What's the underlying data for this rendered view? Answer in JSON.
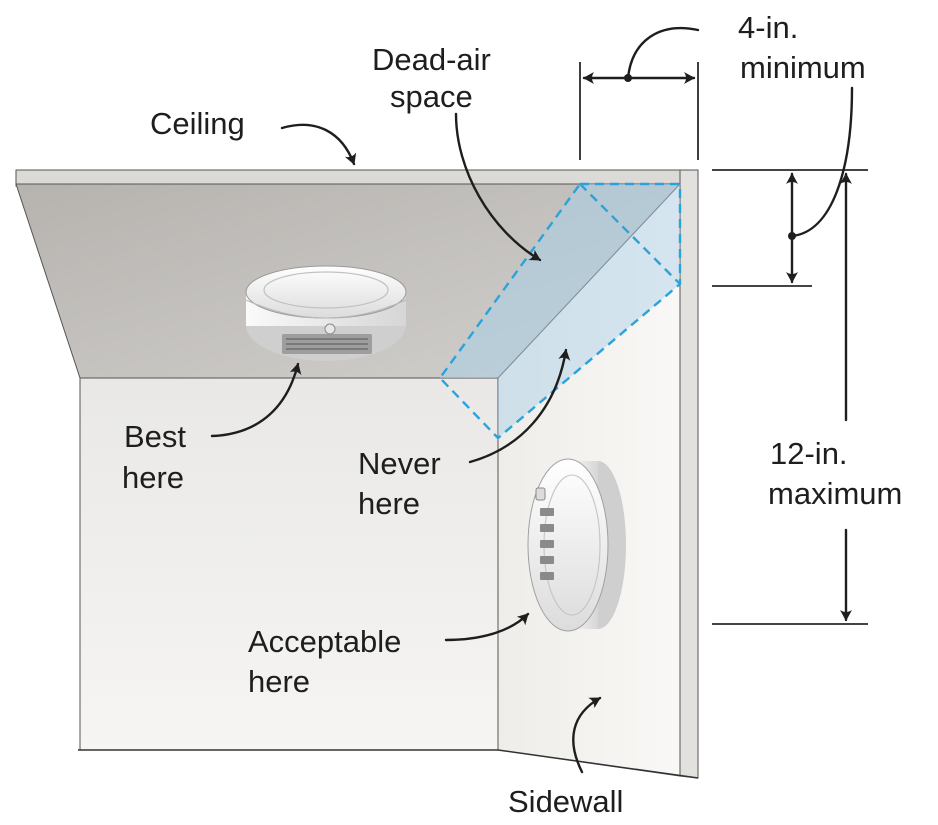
{
  "labels": {
    "ceiling": "Ceiling",
    "dead_air_line1": "Dead-air",
    "dead_air_line2": "space",
    "four_in_line1": "4-in.",
    "four_in_line2": "minimum",
    "best_line1": "Best",
    "best_line2": "here",
    "never_line1": "Never",
    "never_line2": "here",
    "twelve_in_line1": "12-in.",
    "twelve_in_line2": "maximum",
    "acceptable_line1": "Acceptable",
    "acceptable_line2": "here",
    "sidewall": "Sidewall"
  },
  "colors": {
    "ceiling": "#b9b6b2",
    "wall": "#f2f1ef",
    "sidewall": "#f7f6f4",
    "dead_air_fill": "#a9cfe8",
    "dead_air_outline": "#2aa3dc",
    "ink": "#1e1e1e"
  }
}
